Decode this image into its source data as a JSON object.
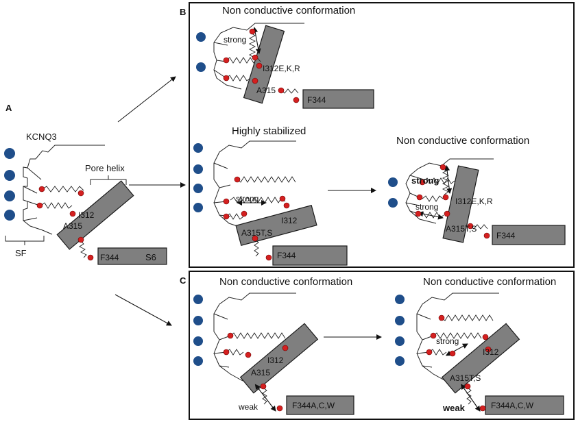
{
  "panels": {
    "a": "A",
    "b": "B",
    "c": "C"
  },
  "panel_a": {
    "channel": "KCNQ3",
    "pore_helix": "Pore helix",
    "sf": "SF",
    "i312": "I312",
    "a315": "A315",
    "f344": "F344",
    "s6": "S6"
  },
  "panel_b": {
    "top_title": "Non conductive conformation",
    "top_strong": "strong",
    "top_mutant": "I312E,K,R",
    "top_a315": "A315",
    "top_f344": "F344",
    "left_title": "Highly stabilized",
    "left_strong": "strong",
    "left_i312": "I312",
    "left_mutant": "A315T,S",
    "left_f344": "F344",
    "right_title": "Non conductive conformation",
    "right_strong1": "strong",
    "right_strong2": "strong",
    "right_mutant1": "I312E,K,R",
    "right_mutant2": "A315T,S",
    "right_f344": "F344"
  },
  "panel_c": {
    "left_title": "Non conductive conformation",
    "left_i312": "I312",
    "left_a315": "A315",
    "left_weak": "weak",
    "left_mutant": "F344A,C,W",
    "right_title": "Non conductive conformation",
    "right_strong": "strong",
    "right_i312": "I312",
    "right_a315": "A315T,S",
    "right_weak": "weak",
    "right_mutant": "F344A,C,W"
  },
  "colors": {
    "ion": "#1f4e8a",
    "residue_dot": "#d42020",
    "helix_fill": "#7f7f7f",
    "frame": "#111111"
  }
}
